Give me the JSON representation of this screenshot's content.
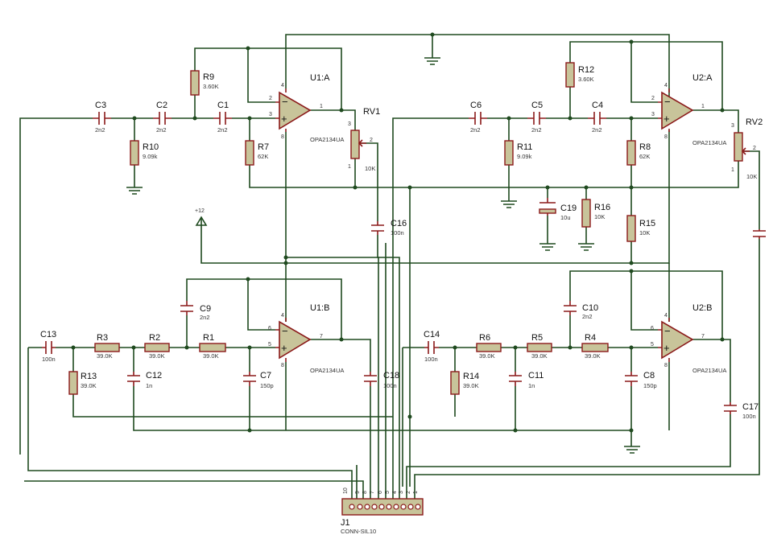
{
  "components": {
    "C3": {
      "ref": "C3",
      "value": "2n2"
    },
    "C2": {
      "ref": "C2",
      "value": "2n2"
    },
    "C1": {
      "ref": "C1",
      "value": "2n2"
    },
    "R9": {
      "ref": "R9",
      "value": "3.60K"
    },
    "R10": {
      "ref": "R10",
      "value": "9.09k"
    },
    "R7": {
      "ref": "R7",
      "value": "62K"
    },
    "U1A": {
      "ref": "U1:A",
      "value": "OPA2134UA"
    },
    "RV1": {
      "ref": "RV1",
      "value": "10K"
    },
    "C16": {
      "ref": "C16",
      "value": "100n"
    },
    "C6": {
      "ref": "C6",
      "value": "2n2"
    },
    "C5": {
      "ref": "C5",
      "value": "2n2"
    },
    "C4": {
      "ref": "C4",
      "value": "2n2"
    },
    "R12": {
      "ref": "R12",
      "value": "3.60K"
    },
    "R11": {
      "ref": "R11",
      "value": "9.09k"
    },
    "R8": {
      "ref": "R8",
      "value": "62K"
    },
    "U2A": {
      "ref": "U2:A",
      "value": "OPA2134UA"
    },
    "RV2": {
      "ref": "RV2",
      "value": "10K"
    },
    "C19": {
      "ref": "C19",
      "value": "10u"
    },
    "R16": {
      "ref": "R16",
      "value": "10K"
    },
    "R15": {
      "ref": "R15",
      "value": "10K"
    },
    "C13": {
      "ref": "C13",
      "value": "100n"
    },
    "R3": {
      "ref": "R3",
      "value": "39.0K"
    },
    "R2": {
      "ref": "R2",
      "value": "39.0K"
    },
    "R1": {
      "ref": "R1",
      "value": "39.0K"
    },
    "C9": {
      "ref": "C9",
      "value": "2n2"
    },
    "R13": {
      "ref": "R13",
      "value": "39.0K"
    },
    "C12": {
      "ref": "C12",
      "value": "1n"
    },
    "C7": {
      "ref": "C7",
      "value": "150p"
    },
    "U1B": {
      "ref": "U1:B",
      "value": "OPA2134UA"
    },
    "C18": {
      "ref": "C18",
      "value": "100n"
    },
    "C14": {
      "ref": "C14",
      "value": "100n"
    },
    "R6": {
      "ref": "R6",
      "value": "39.0K"
    },
    "R5": {
      "ref": "R5",
      "value": "39.0K"
    },
    "R4": {
      "ref": "R4",
      "value": "39.0K"
    },
    "C10": {
      "ref": "C10",
      "value": "2n2"
    },
    "R14": {
      "ref": "R14",
      "value": "39.0K"
    },
    "C11": {
      "ref": "C11",
      "value": "1n"
    },
    "C8": {
      "ref": "C8",
      "value": "150p"
    },
    "U2B": {
      "ref": "U2:B",
      "value": "OPA2134UA"
    },
    "C17": {
      "ref": "C17",
      "value": "100n"
    },
    "J1": {
      "ref": "J1",
      "value": "CONN-SIL10"
    }
  },
  "power": {
    "vcc": "+12"
  },
  "pins": {
    "p1": "1",
    "p2": "2",
    "p3": "3",
    "p4": "4",
    "p5": "5",
    "p6": "6",
    "p7": "7",
    "p8": "8",
    "p9": "9",
    "p10": "10"
  },
  "colors": {
    "wire": "#1f4a1f",
    "component": "#8b1a1a",
    "fill": "#c8c49a"
  }
}
